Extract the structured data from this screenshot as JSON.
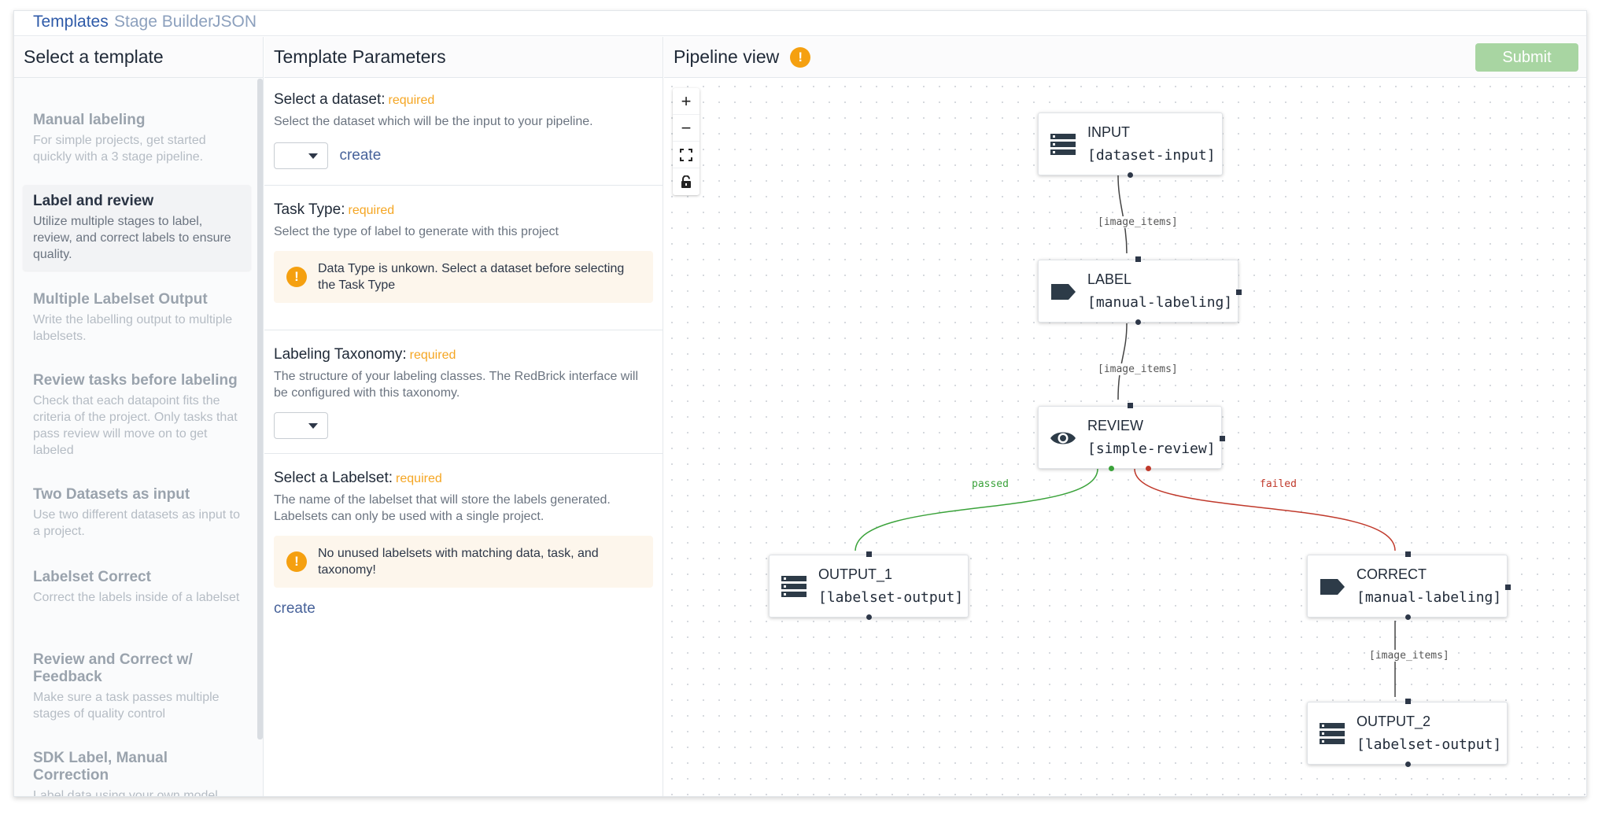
{
  "tabs": [
    {
      "label": "Templates"
    },
    {
      "label": "Stage Builder"
    },
    {
      "label": "JSON"
    }
  ],
  "templates_panel": {
    "title": "Select a template",
    "items": [
      {
        "title": "Manual labeling",
        "desc": "For simple projects, get started quickly with a 3 stage pipeline."
      },
      {
        "title": "Label and review",
        "desc": "Utilize multiple stages to label, review, and correct labels to ensure quality."
      },
      {
        "title": "Multiple Labelset Output",
        "desc": "Write the labelling output to multiple labelsets."
      },
      {
        "title": "Review tasks before labeling",
        "desc": "Check that each datapoint fits the criteria of the project. Only tasks that pass review will move on to get labeled"
      },
      {
        "title": "Two Datasets as input",
        "desc": "Use two different datasets as input to a project."
      },
      {
        "title": "Labelset Correct",
        "desc": "Correct the labels inside of a labelset"
      },
      {
        "title": "Review and Correct w/ Feedback",
        "desc": "Make sure a task passes multiple stages of quality control"
      },
      {
        "title": "SDK Label, Manual Correction",
        "desc": "Label data using your own model"
      }
    ]
  },
  "params_panel": {
    "title": "Template Parameters",
    "required_text": "required",
    "create_label": "create",
    "dataset": {
      "label": "Select a dataset:",
      "desc": "Select the dataset which will be the input to your pipeline."
    },
    "task_type": {
      "label": "Task Type:",
      "desc": "Select the type of label to generate with this project",
      "warning": "Data Type is unkown. Select a dataset before selecting the Task Type"
    },
    "taxonomy": {
      "label": "Labeling Taxonomy:",
      "desc": "The structure of your labeling classes. The RedBrick interface will be configured with this taxonomy."
    },
    "labelset": {
      "label": "Select a Labelset:",
      "desc": "The name of the labelset that will store the labels generated. Labelsets can only be used with a single project.",
      "warning": "No unused labelsets with matching data, task, and taxonomy!"
    }
  },
  "pipeline": {
    "title": "Pipeline view",
    "warning_glyph": "!",
    "submit_label": "Submit",
    "zoom": {
      "plus": "+",
      "minus": "−"
    },
    "nodes": [
      {
        "name": "INPUT",
        "stage": "[dataset-input]",
        "icon": "storage-icon"
      },
      {
        "name": "LABEL",
        "stage": "[manual-labeling]",
        "icon": "label-tag-icon"
      },
      {
        "name": "REVIEW",
        "stage": "[simple-review]",
        "icon": "eye-icon"
      },
      {
        "name": "OUTPUT_1",
        "stage": "[labelset-output]",
        "icon": "storage-icon"
      },
      {
        "name": "CORRECT",
        "stage": "[manual-labeling]",
        "icon": "label-tag-icon"
      },
      {
        "name": "OUTPUT_2",
        "stage": "[labelset-output]",
        "icon": "storage-icon"
      }
    ],
    "edges": [
      {
        "label": "[image_items]"
      },
      {
        "label": "[image_items]"
      },
      {
        "label": "passed",
        "color": "#3aa23a"
      },
      {
        "label": "failed",
        "color": "#c0392b"
      },
      {
        "label": "[image_items]"
      }
    ]
  },
  "colors": {
    "accent": "#2e5aa8",
    "warning": "#f5a010",
    "submit": "#a8d5a2",
    "passed": "#3aa23a",
    "failed": "#c0392b"
  }
}
